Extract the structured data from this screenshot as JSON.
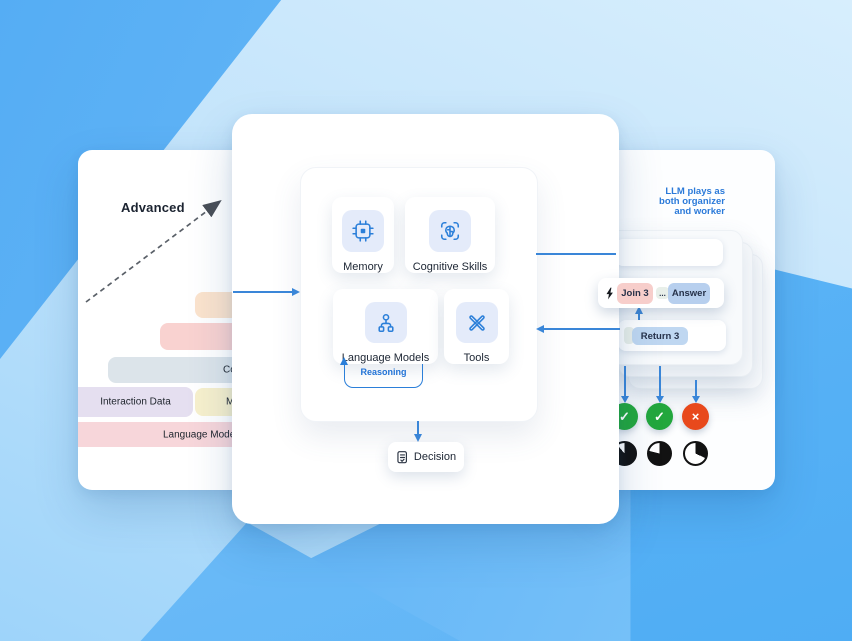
{
  "left_card": {
    "title": "Advanced",
    "bars": {
      "bar1_label": "",
      "bar2_label": "",
      "bar3_label": "Condition",
      "bar4_label": "Interaction Data",
      "bar5_label": "M",
      "bar6_label": "Language Mode"
    }
  },
  "center_card": {
    "tiles": [
      {
        "label": "Memory",
        "icon": "chip-icon"
      },
      {
        "label": "Cognitive Skills",
        "icon": "brain-scan-icon"
      },
      {
        "label": "Language Models",
        "icon": "hierarchy-icon"
      },
      {
        "label": "Tools",
        "icon": "crossed-tools-icon"
      }
    ],
    "loop_label": "Reasoning",
    "decision": {
      "label": "Decision",
      "icon": "document-icon"
    }
  },
  "right_card": {
    "caption": [
      "LLM plays as",
      "both organizer",
      "and worker"
    ],
    "join_label": "Join 3",
    "dots_label": "...",
    "answer_label": "Answer",
    "return_label": "Return 3",
    "spark_icon": "lightning-icon",
    "results": [
      {
        "type": "check",
        "glyph": "✓"
      },
      {
        "type": "check",
        "glyph": "✓"
      },
      {
        "type": "cross",
        "glyph": "×"
      }
    ],
    "pies": [
      {
        "black_fraction": 0.89
      },
      {
        "black_fraction": 0.79
      },
      {
        "black_fraction": 0.32
      }
    ]
  },
  "colors": {
    "background_blue": "#5fb4f6",
    "background_light_blue": "#c3e4fb",
    "connector_blue": "#3a86d8",
    "icon_blue": "#2b7fd9",
    "caption_blue": "#2b7ad9",
    "success_green": "#23a73d",
    "error_red": "#e8491c",
    "join_chip_pink": "#f7cecb",
    "answer_chip_blue": "#b7cfee",
    "return_chip_blue": "#bfd7f1",
    "bar_peach": "#fbe3cd",
    "bar_pink": "#f9d2d0",
    "bar_gray_blue": "#dce4ea",
    "bar_lavender": "#e5dff0",
    "bar_yellow": "#f7f0cd",
    "bar_rose": "#f7d6da"
  }
}
